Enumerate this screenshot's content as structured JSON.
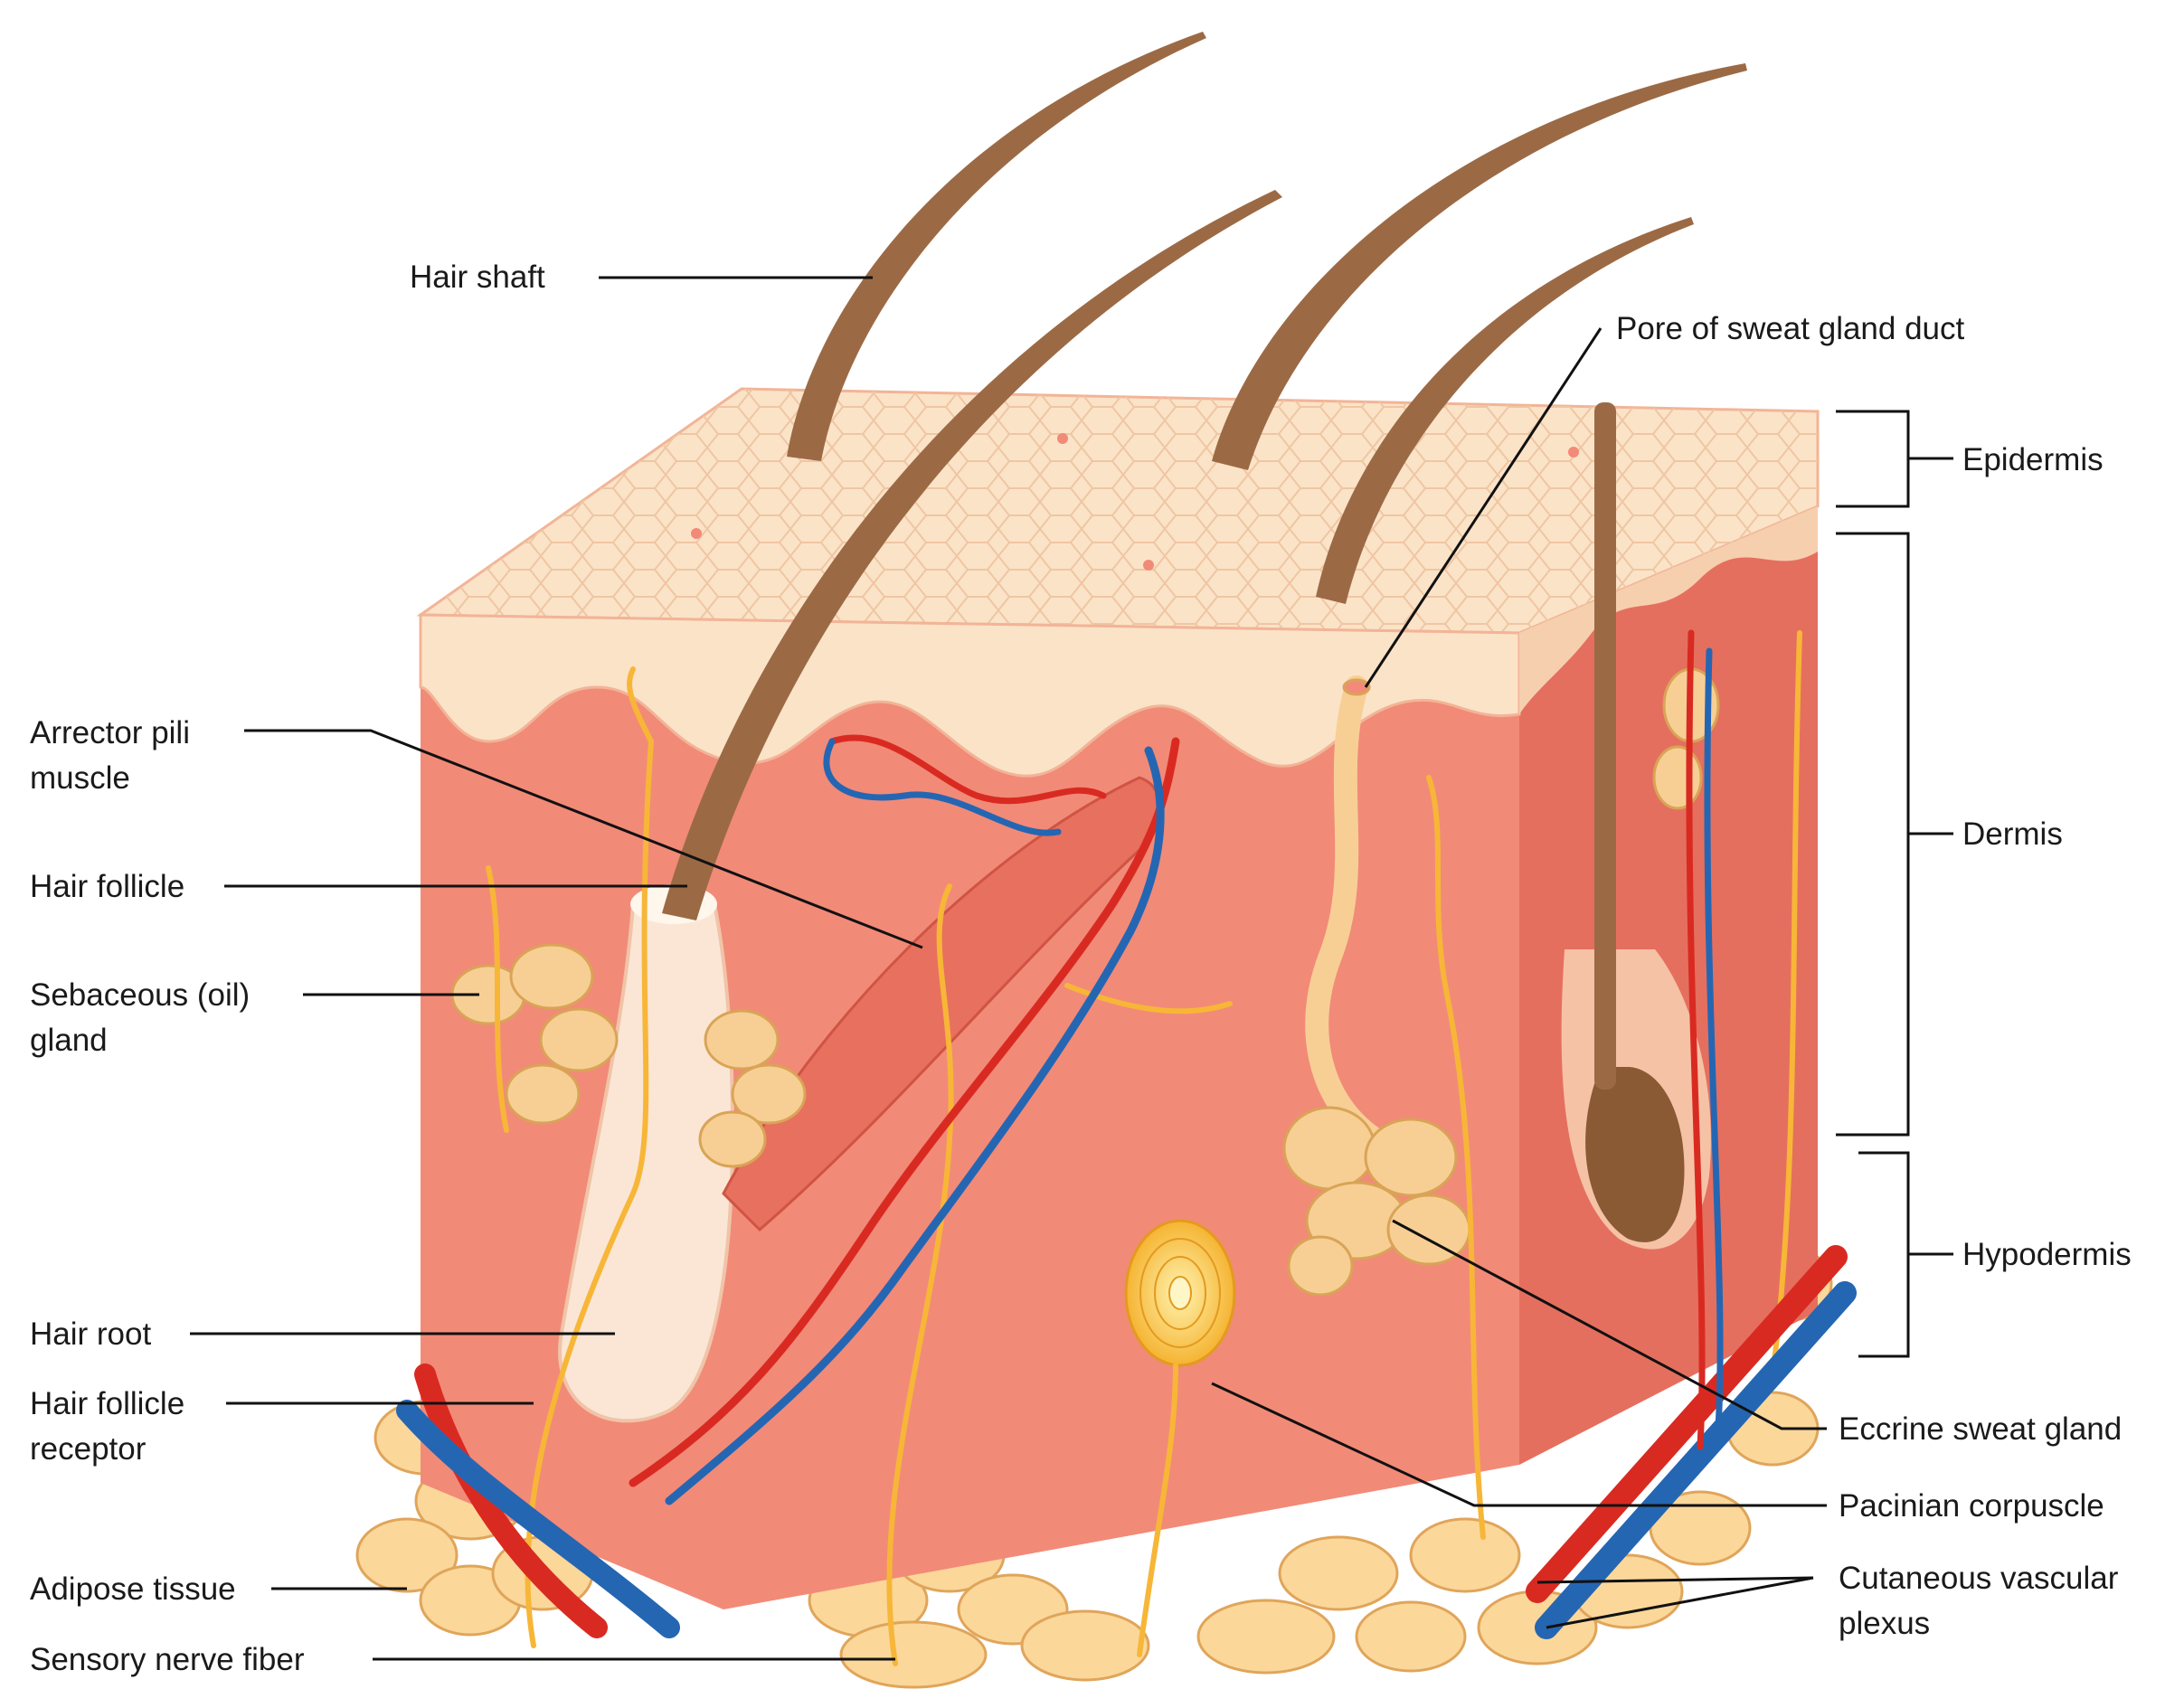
{
  "labels": {
    "hair_shaft": "Hair shaft",
    "pore": "Pore of sweat gland duct",
    "epidermis": "Epidermis",
    "arrector_line1": "Arrector pili",
    "arrector_line2": "muscle",
    "hair_follicle": "Hair follicle",
    "sebaceous_line1": "Sebaceous (oil)",
    "sebaceous_line2": "gland",
    "dermis": "Dermis",
    "hypodermis": "Hypodermis",
    "hair_root": "Hair root",
    "hf_receptor_line1": "Hair follicle",
    "hf_receptor_line2": "receptor",
    "eccrine": "Eccrine sweat gland",
    "pacinian": "Pacinian corpuscle",
    "adipose": "Adipose tissue",
    "cutaneous_line1": "Cutaneous vascular",
    "cutaneous_line2": "plexus",
    "sensory": "Sensory nerve fiber"
  },
  "colors": {
    "epidermis": "#fbe3c8",
    "epidermis_cell": "#f1c9a4",
    "dermis": "#f28a78",
    "dermis_dark": "#e56f5e",
    "follicle": "#fbe6d6",
    "hair": "#9b6a45",
    "artery": "#d92a22",
    "vein": "#2566b3",
    "nerve": "#f7b637",
    "fat": "#fbd79a",
    "muscle": "#e8705f",
    "gland": "#f7cf95"
  }
}
